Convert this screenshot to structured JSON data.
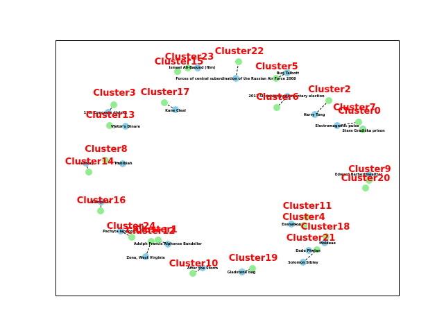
{
  "colors": {
    "cluster_node": "#90ee90",
    "entity_node": "#87ceeb",
    "cluster_label": "#ff0000"
  },
  "cluster_labels": [
    "Cluster0",
    "Cluster1",
    "Cluster2",
    "Cluster3",
    "Cluster4",
    "Cluster5",
    "Cluster6",
    "Cluster7",
    "Cluster8",
    "Cluster9",
    "Cluster10",
    "Cluster11",
    "Cluster12",
    "Cluster13",
    "Cluster14",
    "Cluster15",
    "Cluster16",
    "Cluster17",
    "Cluster18",
    "Cluster19",
    "Cluster20",
    "Cluster21",
    "Cluster22",
    "Cluster23",
    "Cluster24"
  ],
  "entity_labels": [
    "Ismael Ali-Bround (film)",
    "Forces of central subordination of the Russian Air Force 2008",
    "Bud Talbott",
    "2011 Slovenian parliamentary election",
    "Harry Tong",
    "Electromagnetic pulse",
    "Stara Gradiška prison",
    "Kane Cleal",
    "11th Congress district",
    "Vjetor's Dinare",
    "Subway",
    "Habibiah",
    "Edward Barberthwaitter",
    "Pachyta lapponica",
    "Adolph Francis Alphonse Bandelier",
    "Zona, West Virginia",
    "After the Storm",
    "Gladstone bag",
    "Exenation",
    "Dade Phelan",
    "Solomon Sibley",
    "Pamphlet",
    "Moldeae"
  ]
}
